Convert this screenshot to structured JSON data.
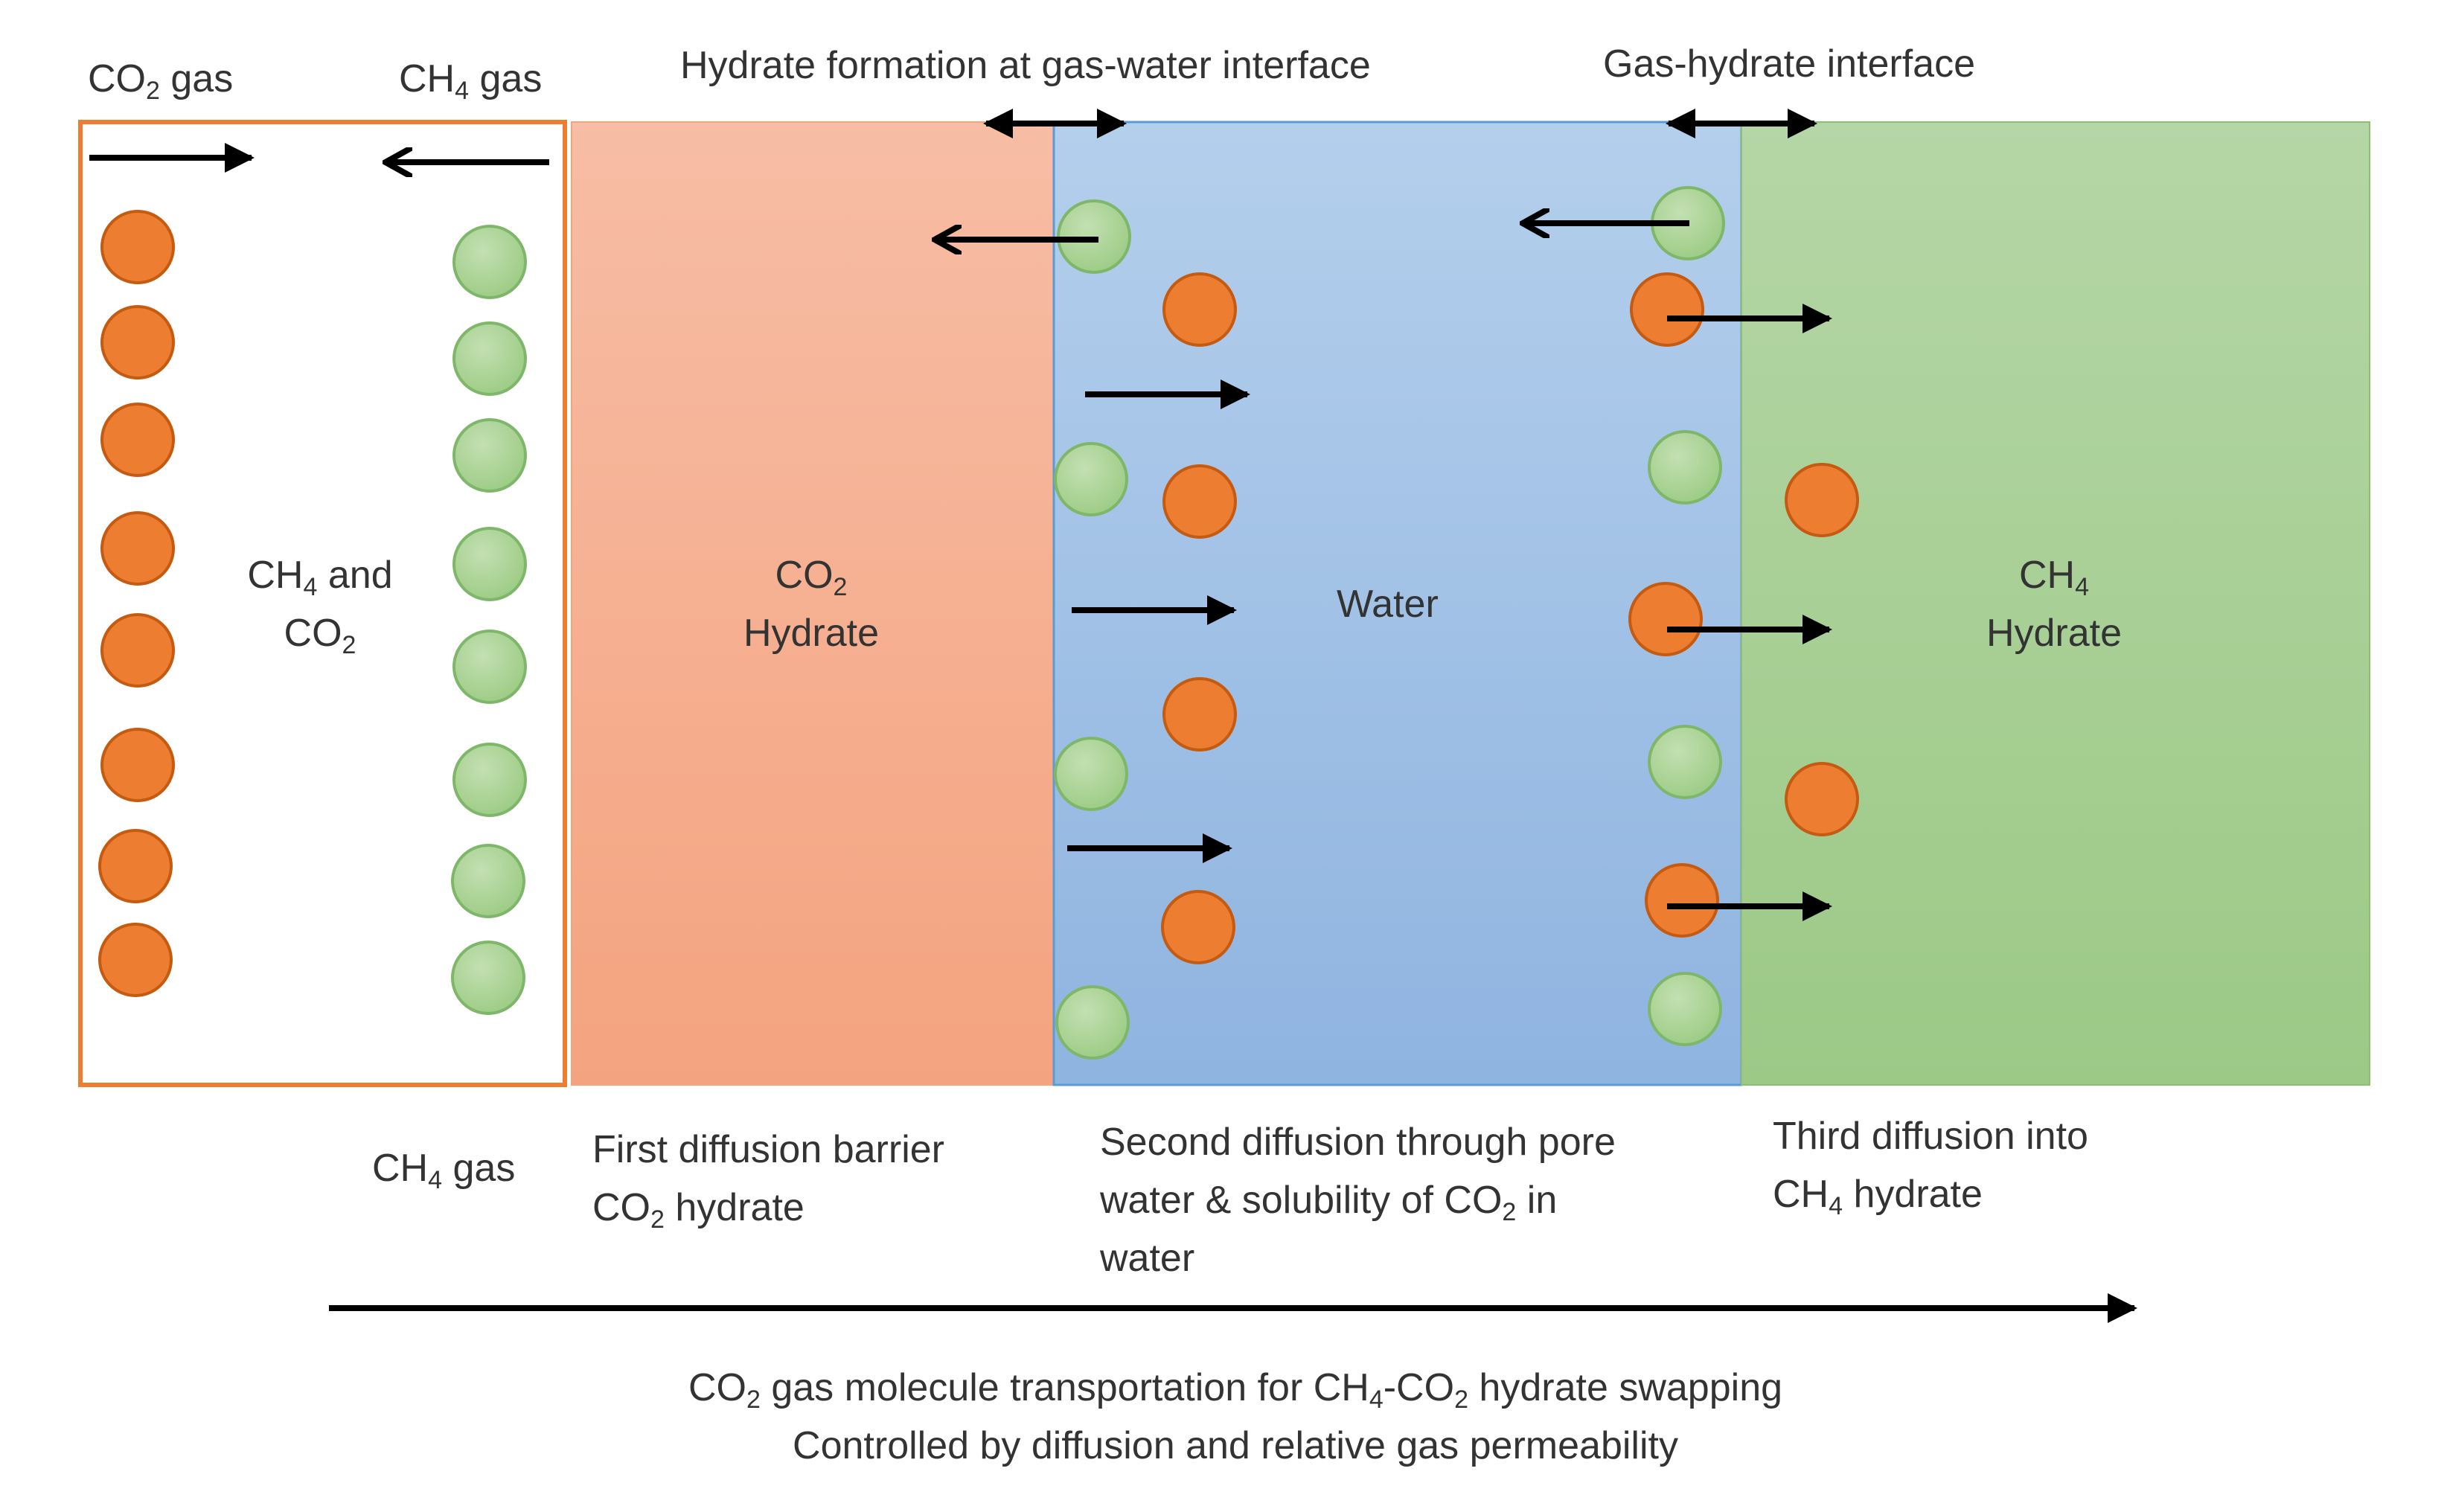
{
  "top_labels": {
    "co2_gas": {
      "prefix": "CO",
      "sub": "2",
      "suffix": " gas"
    },
    "ch4_gas": {
      "prefix": "CH",
      "sub": "4",
      "suffix": " gas"
    },
    "hydrate_formation": "Hydrate formation at gas-water interface",
    "gas_hydrate_interface": "Gas-hydrate interface"
  },
  "region_labels": {
    "mixture": {
      "line1_prefix": "CH",
      "line1_sub": "4",
      "line1_suffix": " and",
      "line2_prefix": "CO",
      "line2_sub": "2"
    },
    "co2_hydrate": {
      "line1_prefix": "CO",
      "line1_sub": "2",
      "line2": "Hydrate"
    },
    "water": "Water",
    "ch4_hydrate": {
      "line1_prefix": "CH",
      "line1_sub": "4",
      "line2": "Hydrate"
    }
  },
  "bottom_labels": {
    "ch4_gas": {
      "prefix": "CH",
      "sub": "4",
      "suffix": " gas"
    },
    "first_diffusion": {
      "line1": "First diffusion barrier",
      "line2_prefix": "CO",
      "line2_sub": "2",
      "line2_suffix": " hydrate"
    },
    "second_diffusion": {
      "line1": "Second diffusion through pore",
      "line2_prefix": "water & solubility of CO",
      "line2_sub": "2",
      "line2_suffix": " in",
      "line3": "water"
    },
    "third_diffusion": {
      "line1": "Third diffusion into",
      "line2_prefix": "CH",
      "line2_sub": "4",
      "line2_suffix": " hydrate"
    }
  },
  "caption": {
    "line1_a": "CO",
    "line1_b": "2",
    "line1_c": " gas molecule transportation  for CH",
    "line1_d": "4",
    "line1_e": "-CO",
    "line1_f": "2",
    "line1_g": " hydrate swapping",
    "line2": "Controlled by diffusion and  relative gas permeability"
  },
  "legend_colors": {
    "co2_molecule": "#ED7D31",
    "ch4_molecule": "#A9D18E",
    "gas_box_border": "#ED7D31",
    "co2_hydrate_region": "#F5A886",
    "water_region": "#9DC3E6",
    "ch4_hydrate_region": "#A9D18E"
  }
}
